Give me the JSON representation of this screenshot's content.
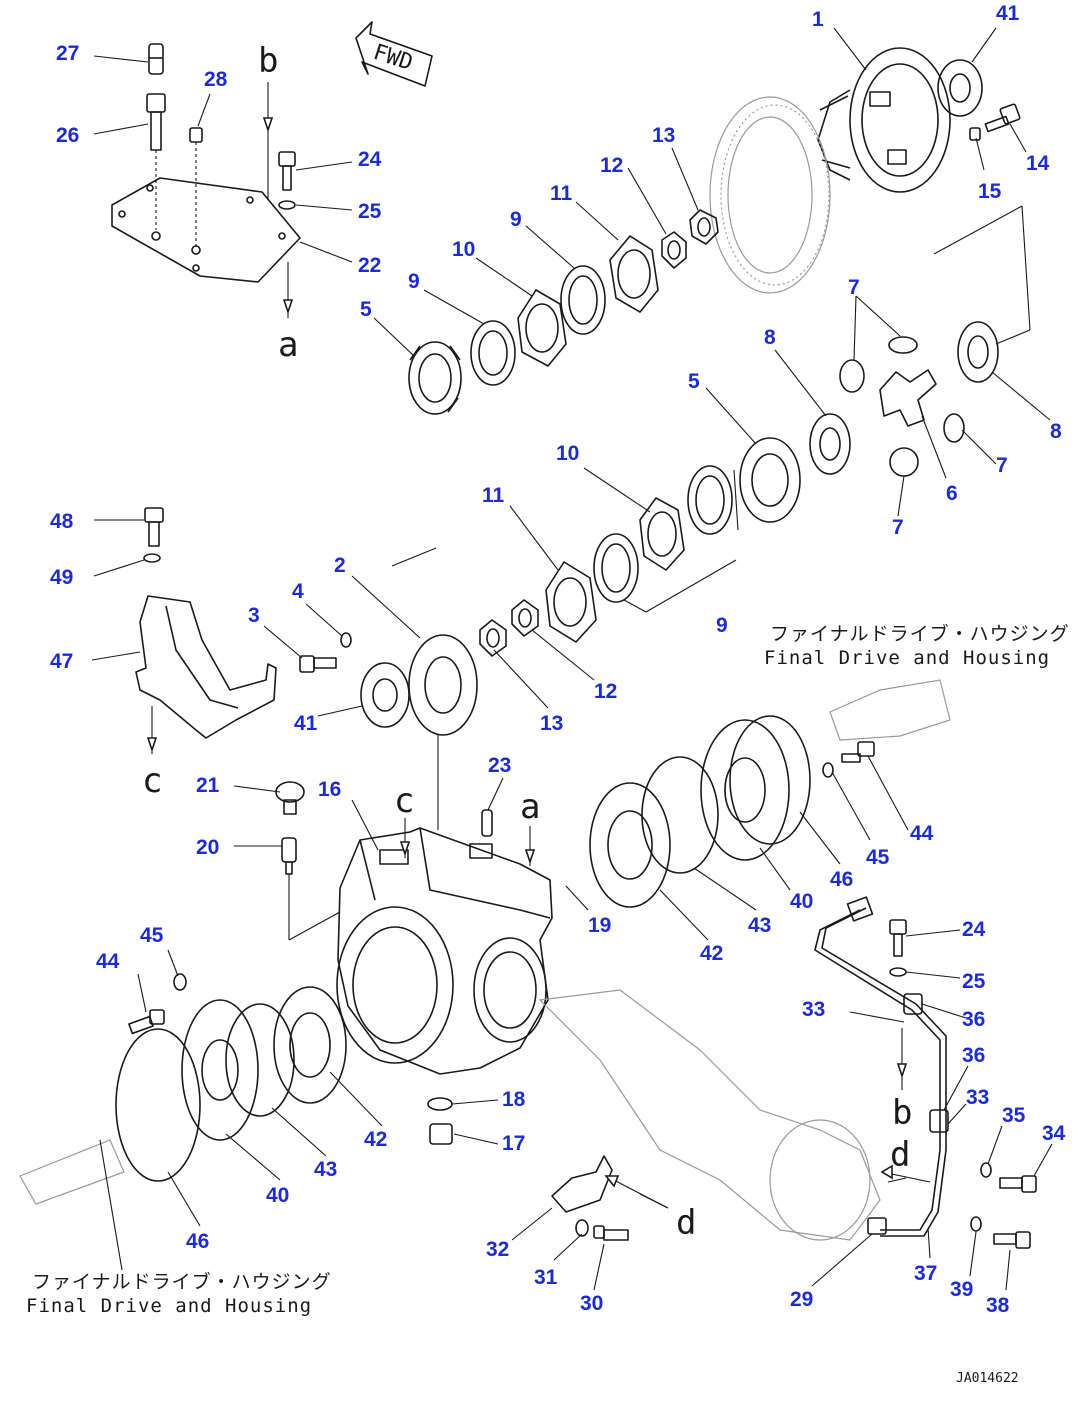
{
  "direction_label": "FWD",
  "drawing_code": "JA014622",
  "captions": [
    {
      "jp": "ファイナルドライブ・ハウジング",
      "en": "Final Drive and Housing"
    },
    {
      "jp": "ファイナルドライブ・ハウジング",
      "en": "Final Drive and Housing"
    }
  ],
  "reference_letters": [
    "b",
    "a",
    "c",
    "a",
    "c",
    "d",
    "b",
    "d"
  ],
  "callouts": [
    "27",
    "26",
    "28",
    "24",
    "25",
    "22",
    "1",
    "41",
    "14",
    "15",
    "13",
    "12",
    "11",
    "9",
    "10",
    "9",
    "5",
    "7",
    "8",
    "8",
    "5",
    "6",
    "7",
    "7",
    "10",
    "11",
    "48",
    "49",
    "2",
    "4",
    "3",
    "47",
    "41",
    "13",
    "12",
    "9",
    "21",
    "16",
    "23",
    "20",
    "19",
    "42",
    "43",
    "40",
    "46",
    "44",
    "45",
    "24",
    "25",
    "33",
    "36",
    "36",
    "33",
    "35",
    "34",
    "44",
    "45",
    "18",
    "17",
    "42",
    "43",
    "40",
    "46",
    "32",
    "31",
    "30",
    "29",
    "37",
    "39",
    "38"
  ]
}
